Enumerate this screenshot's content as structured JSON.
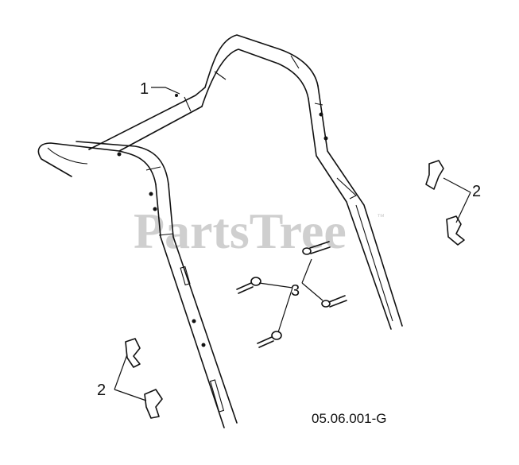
{
  "watermark": {
    "text": "PartsTree",
    "trademark": "™"
  },
  "callouts": {
    "handle": "1",
    "knob_right": "2",
    "knob_left": "2",
    "bolts": "3"
  },
  "diagram_code": "05.06.001-G"
}
